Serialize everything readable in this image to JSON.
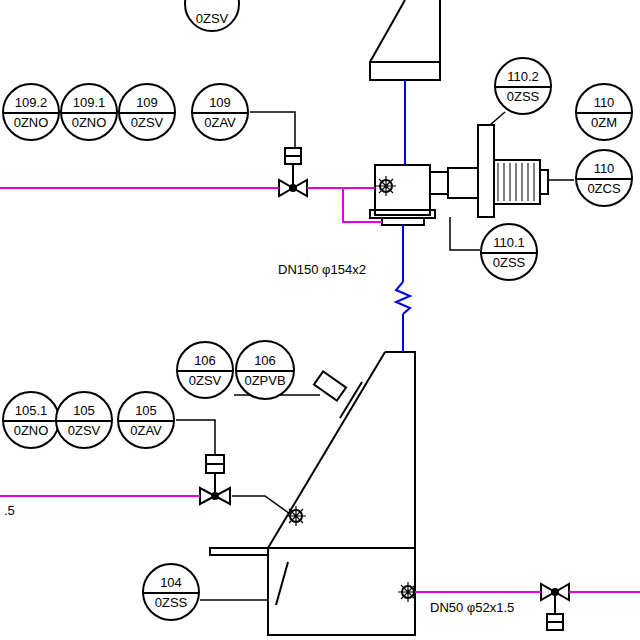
{
  "diagram": {
    "nodes": [
      {
        "text": [
          "0ZSV"
        ]
      },
      {
        "text": [
          "110.2",
          "0ZSS"
        ]
      },
      {
        "text": [
          "109.2",
          "0ZNO"
        ]
      },
      {
        "text": [
          "109.1",
          "0ZNO"
        ]
      },
      {
        "text": [
          "109",
          "0ZSV"
        ]
      },
      {
        "text": [
          "109",
          "0ZAV"
        ]
      },
      {
        "text": [
          "110",
          "0ZM"
        ]
      },
      {
        "text": [
          "110",
          "0ZCS"
        ]
      },
      {
        "text": [
          "110.1",
          "0ZSS"
        ]
      },
      {
        "text": [
          "106",
          "0ZSV"
        ]
      },
      {
        "text": [
          "106",
          "0ZPVB"
        ]
      },
      {
        "text": [
          "105.1",
          "0ZNO"
        ]
      },
      {
        "text": [
          "105",
          "0ZSV"
        ]
      },
      {
        "text": [
          "105",
          "0ZAV"
        ]
      },
      {
        "text": [
          "104",
          "0ZSS"
        ]
      }
    ],
    "edges": [],
    "labels": [
      "DN150 φ154x2",
      ".5",
      "DN50 φ52x1.5"
    ]
  }
}
